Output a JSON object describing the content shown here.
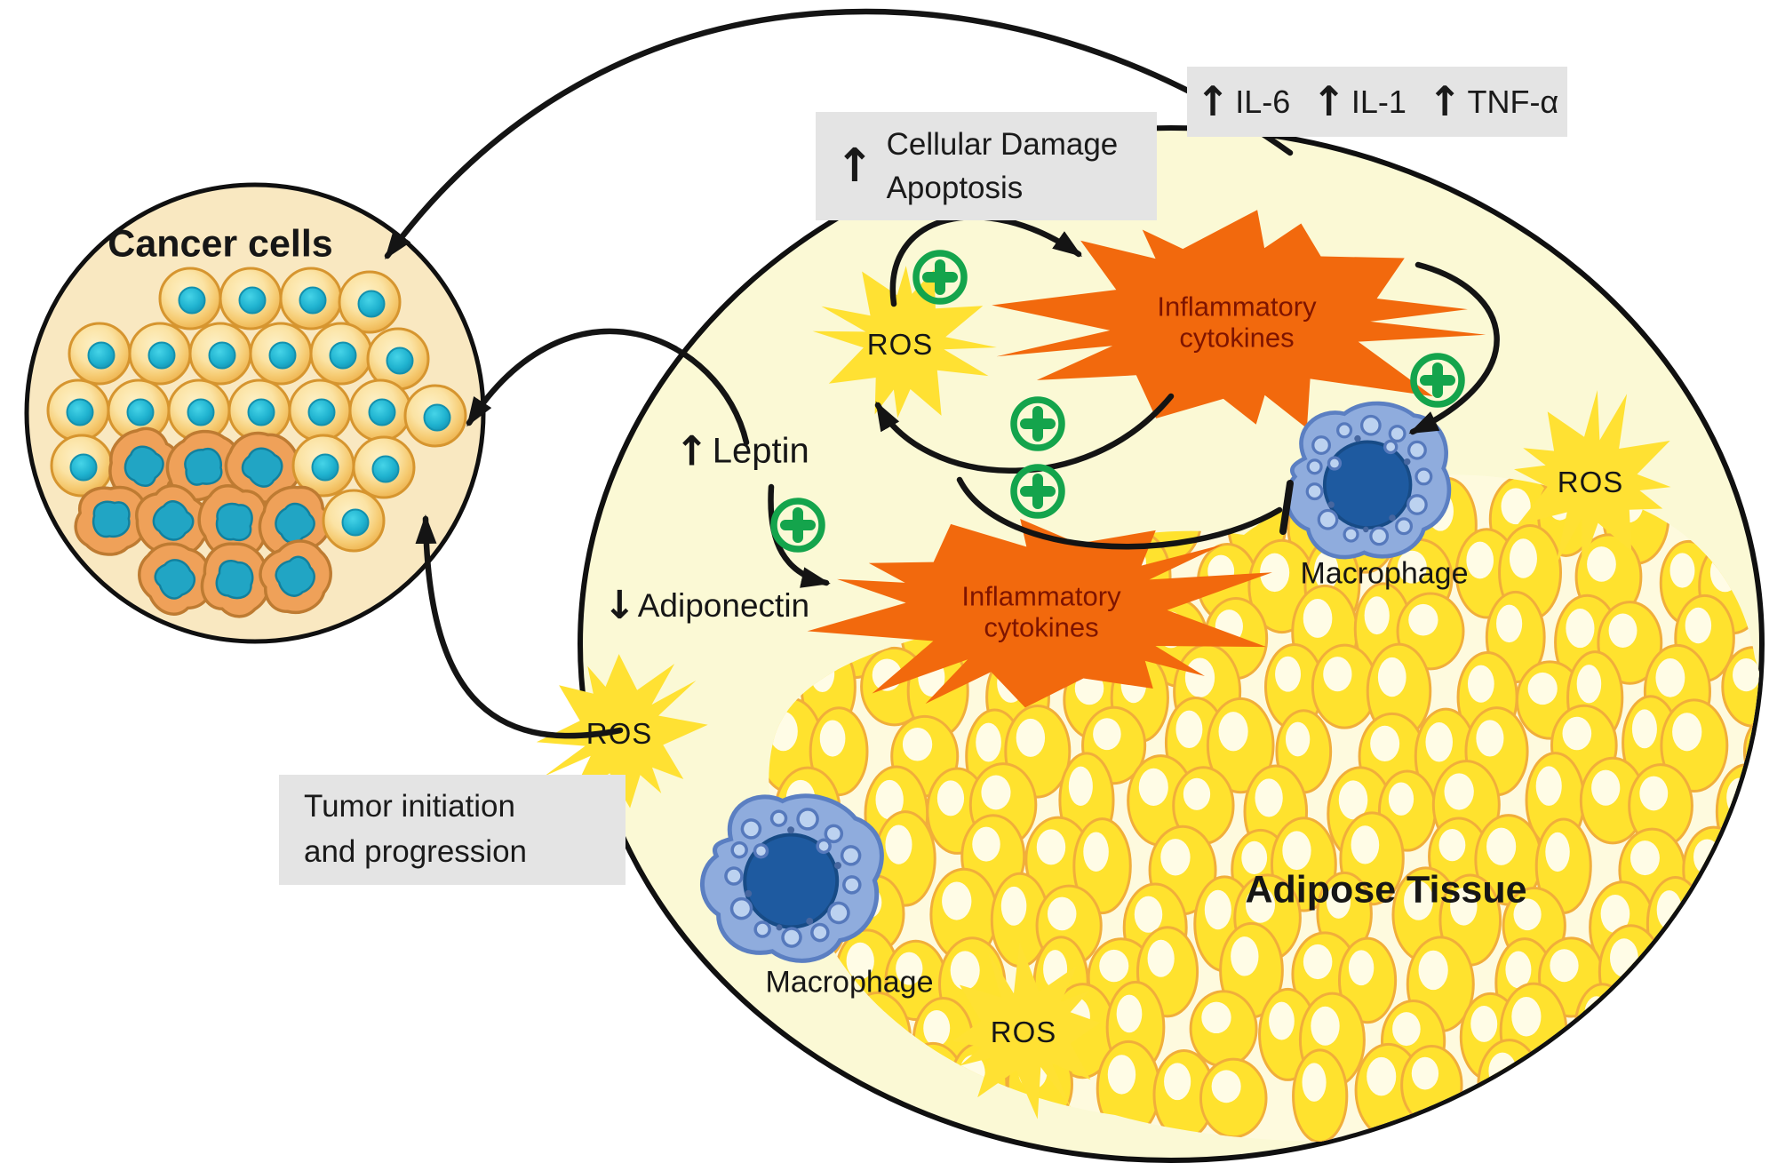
{
  "diagram": {
    "cancer_circle_label": "Cancer cells",
    "adipose_label": "Adipose Tissue",
    "macrophage_right_label": "Macrophage",
    "macrophage_bottom_label": "Macrophage",
    "ros_top": "ROS",
    "ros_left": "ROS",
    "ros_right": "ROS",
    "ros_bottom": "ROS",
    "cytokines_top": {
      "line1": "Inflammatory",
      "line2": "cytokines"
    },
    "cytokines_lower": {
      "line1": "Inflammatory",
      "line2": "cytokines"
    },
    "leptin": {
      "arrow": "↑",
      "label": "Leptin"
    },
    "adiponectin": {
      "arrow": "↓",
      "label": "Adiponectin"
    }
  },
  "boxes": {
    "cellular_damage": {
      "arrow": "↑",
      "line1": "Cellular Damage",
      "line2": "Apoptosis"
    },
    "tumor_progression": {
      "line1": "Tumor initiation",
      "line2": "and progression"
    },
    "markers": {
      "items": [
        {
          "arrow": "↑",
          "label": "IL-6"
        },
        {
          "arrow": "↑",
          "label": "IL-1"
        },
        {
          "arrow": "↑",
          "label": "TNF-α"
        }
      ]
    }
  },
  "colors": {
    "ellipse_fill": "#FBF9D5",
    "cancer_circle_fill": "#F9E8C1",
    "ros_yellow": "#FFE133",
    "cytokine_orange": "#F2690D",
    "cytokine_text": "#7E1400",
    "plus_green": "#14A44C",
    "macrophage_blue": "#8FACDD",
    "macrophage_nucleus": "#1E5AA0",
    "fat_cell_yellow": "#FFE22E",
    "label_box_gray": "#E4E4E4",
    "arrow_black": "#141414"
  }
}
